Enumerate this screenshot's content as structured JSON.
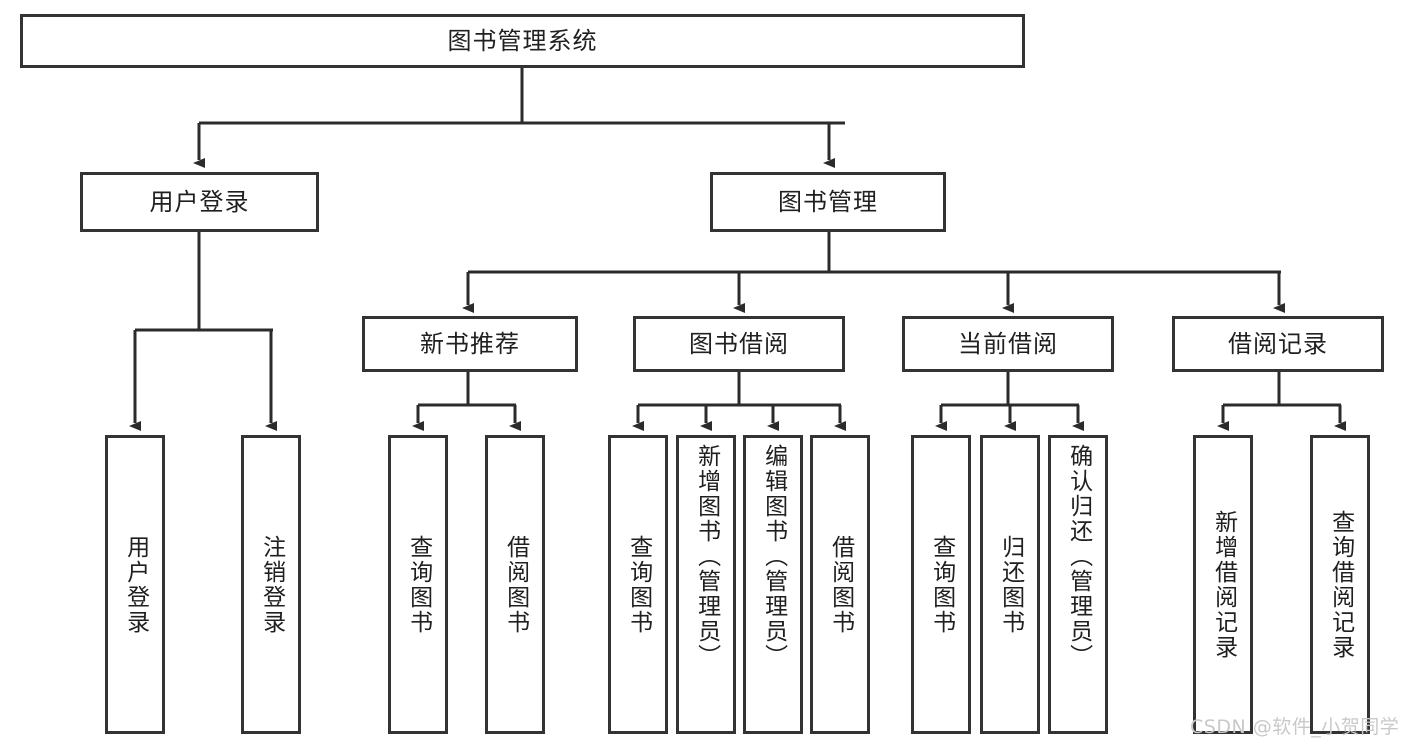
{
  "diagram": {
    "title": "图书管理系统",
    "type": "tree-hierarchy-diagram",
    "root": {
      "label": "图书管理系统"
    },
    "level1": [
      {
        "label": "用户登录"
      },
      {
        "label": "图书管理"
      }
    ],
    "level2": [
      {
        "label": "新书推荐"
      },
      {
        "label": "图书借阅"
      },
      {
        "label": "当前借阅"
      },
      {
        "label": "借阅记录"
      }
    ],
    "leaves": {
      "user_login": [
        {
          "label": "用户登录"
        },
        {
          "label": "注销登录"
        }
      ],
      "new_book_recommend": [
        {
          "label": "查询图书"
        },
        {
          "label": "借阅图书"
        }
      ],
      "book_borrow": [
        {
          "label": "查询图书"
        },
        {
          "label": "新增图书（管理员）"
        },
        {
          "label": "编辑图书（管理员）"
        },
        {
          "label": "借阅图书"
        }
      ],
      "current_borrow": [
        {
          "label": "查询图书"
        },
        {
          "label": "归还图书"
        },
        {
          "label": "确认归还（管理员）"
        }
      ],
      "borrow_record": [
        {
          "label": "新增借阅记录"
        },
        {
          "label": "查询借阅记录"
        }
      ]
    }
  },
  "watermark": {
    "text": "CSDN @软件_小贺同学"
  },
  "colors": {
    "border": "#333333",
    "background": "#ffffff",
    "text": "#202020",
    "watermark": "#c9c9c9"
  }
}
